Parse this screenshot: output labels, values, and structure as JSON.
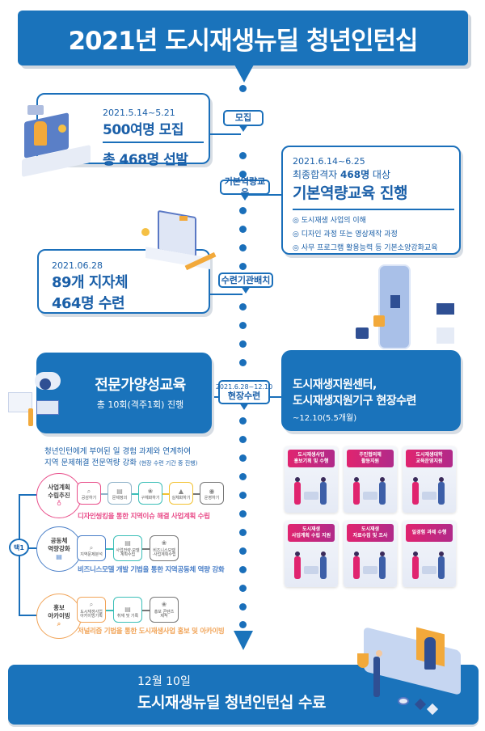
{
  "header": {
    "title": "2021년 도시재생뉴딜 청년인턴십"
  },
  "recruit": {
    "tag": "모집",
    "date": "2021.5.14~5.21",
    "line1": "500여명 모집",
    "line2": "총 468명 선발"
  },
  "basic_education": {
    "tag": "기본역량교육",
    "date": "2021.6.14~6.25",
    "subtitle_prefix": "최종합격자 ",
    "subtitle_bold": "468명",
    "subtitle_suffix": " 대상",
    "title": "기본역량교육 진행",
    "bullets": [
      "◎ 도시재생 사업의 이해",
      "◎ 디자인 과정 또는 영상제작 과정",
      "◎ 사무 프로그램 활용능력 등 기본소양강화교육"
    ]
  },
  "placement": {
    "tag": "수련기관배치",
    "date": "2021.06.28",
    "line1": "89개 지자체",
    "line2": "464명 수련"
  },
  "field_training": {
    "tag_date": "2021.6.28~12.10",
    "tag": "현장수련",
    "title_line1": "도시재생지원센터,",
    "title_line2": "도시재생지원기구 현장수련",
    "period": "~12.10(5.5개월)"
  },
  "expert_education": {
    "title": "전문가양성교육",
    "subtitle": "총 10회(격주1회) 진행",
    "desc_line1": "청년인턴에게 부여된 일 경험 과제와 연계하여",
    "desc_line2": "지역 문제해결 전문역량 강화",
    "desc_note": "(현장 수련 기간 중 진행)",
    "choice_label": "택1",
    "tracks": [
      {
        "name": "사업계획\n수립추진",
        "color": "#e94e8a",
        "steps": [
          "공감하기",
          "문제정의",
          "구체화하기",
          "실체화하기",
          "운영하기"
        ],
        "step_colors": [
          "#e94e8a",
          "#8fb3c9",
          "#3cbfb8",
          "#f3c232",
          "#777777"
        ],
        "caption": "디자인씽킹을 통한 지역이슈 해결 사업계획 수립"
      },
      {
        "name": "공동체\n역량강화",
        "color": "#4a7fc8",
        "steps": [
          "지역문제분석",
          "사업전략·모델\n계획수립",
          "비즈니스모델\n·사업계획수립"
        ],
        "step_colors": [
          "#4a7fc8",
          "#3cbfb8",
          "#777777"
        ],
        "caption": "비즈니스모델 개발 기법을 통한 지역공동체 역량 강화"
      },
      {
        "name": "홍보\n아카이빙",
        "color": "#f1a458",
        "steps": [
          "도시재생사업\n아카이빙기획",
          "취재 및 기록",
          "홍보 콘텐츠\n제작"
        ],
        "step_colors": [
          "#f1a458",
          "#3cbfb8",
          "#777777"
        ],
        "caption": "저널리즘 기법을 통한 도시재생사업 홍보 및 아카이빙"
      }
    ]
  },
  "activity_cards": [
    {
      "title": "도시재생사업\n홍보기획 및 수행"
    },
    {
      "title": "주민협의체\n활동지원"
    },
    {
      "title": "도시재생대학\n교육운영지원"
    },
    {
      "title": "도시재생\n사업계획 수립 지원"
    },
    {
      "title": "도시재생\n자료수집 및 조사"
    },
    {
      "title": "일경험 과제 수행"
    }
  ],
  "completion": {
    "date": "12월 10일",
    "title": "도시재생뉴딜 청년인턴십 수료"
  },
  "colors": {
    "primary": "#1a73bb",
    "pink": "#e94e8a",
    "blue": "#4a7fc8",
    "orange": "#f1a458"
  }
}
